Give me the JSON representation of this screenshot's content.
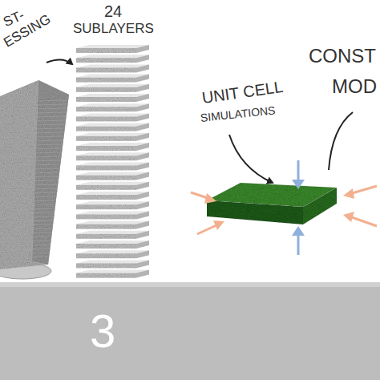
{
  "diagram": {
    "labels": [
      "ST-",
      "ESSING",
      "24",
      "SUBLAYERS",
      "UNIT CELL",
      "SIMULATIONS",
      "CONST",
      "MOD",
      "3"
    ]
  }
}
